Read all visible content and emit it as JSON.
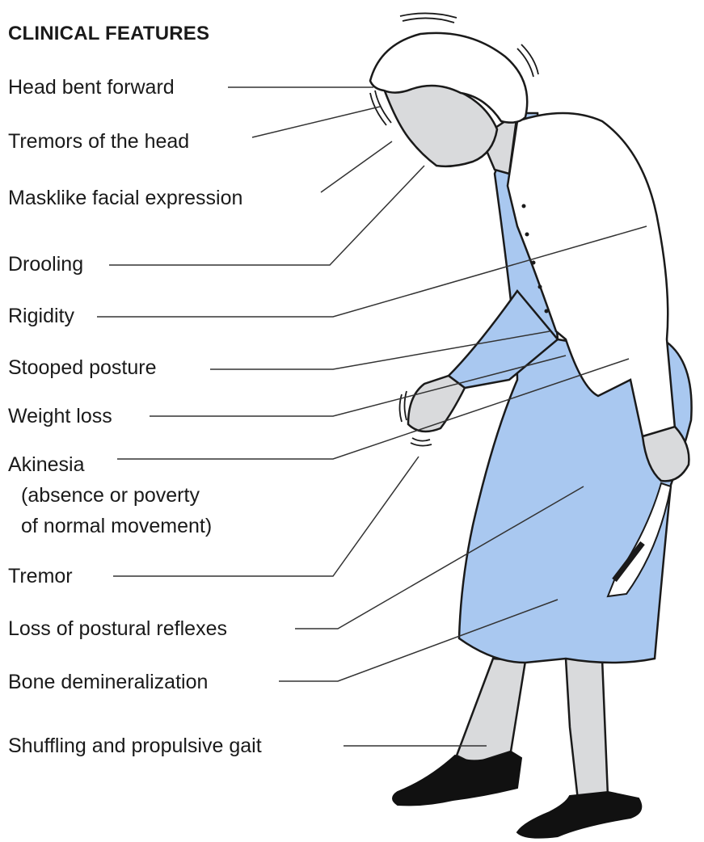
{
  "title": "CLINICAL FEATURES",
  "labels": [
    "Head bent forward",
    "Tremors of the head",
    "Masklike facial expression",
    "Drooling",
    "Rigidity",
    "Stooped posture",
    "Weight loss",
    "Akinesia",
    "(absence or poverty",
    "of normal movement)",
    "Tremor",
    "Loss of postural reflexes",
    "Bone demineralization",
    "Shuffling and propulsive gait"
  ],
  "colors": {
    "dress": "#a9c8f0",
    "skin": "#d9dadc",
    "cardigan": "#ffffff",
    "shoes": "#111111",
    "outline": "#1a1a1a",
    "leader": "#333333"
  }
}
